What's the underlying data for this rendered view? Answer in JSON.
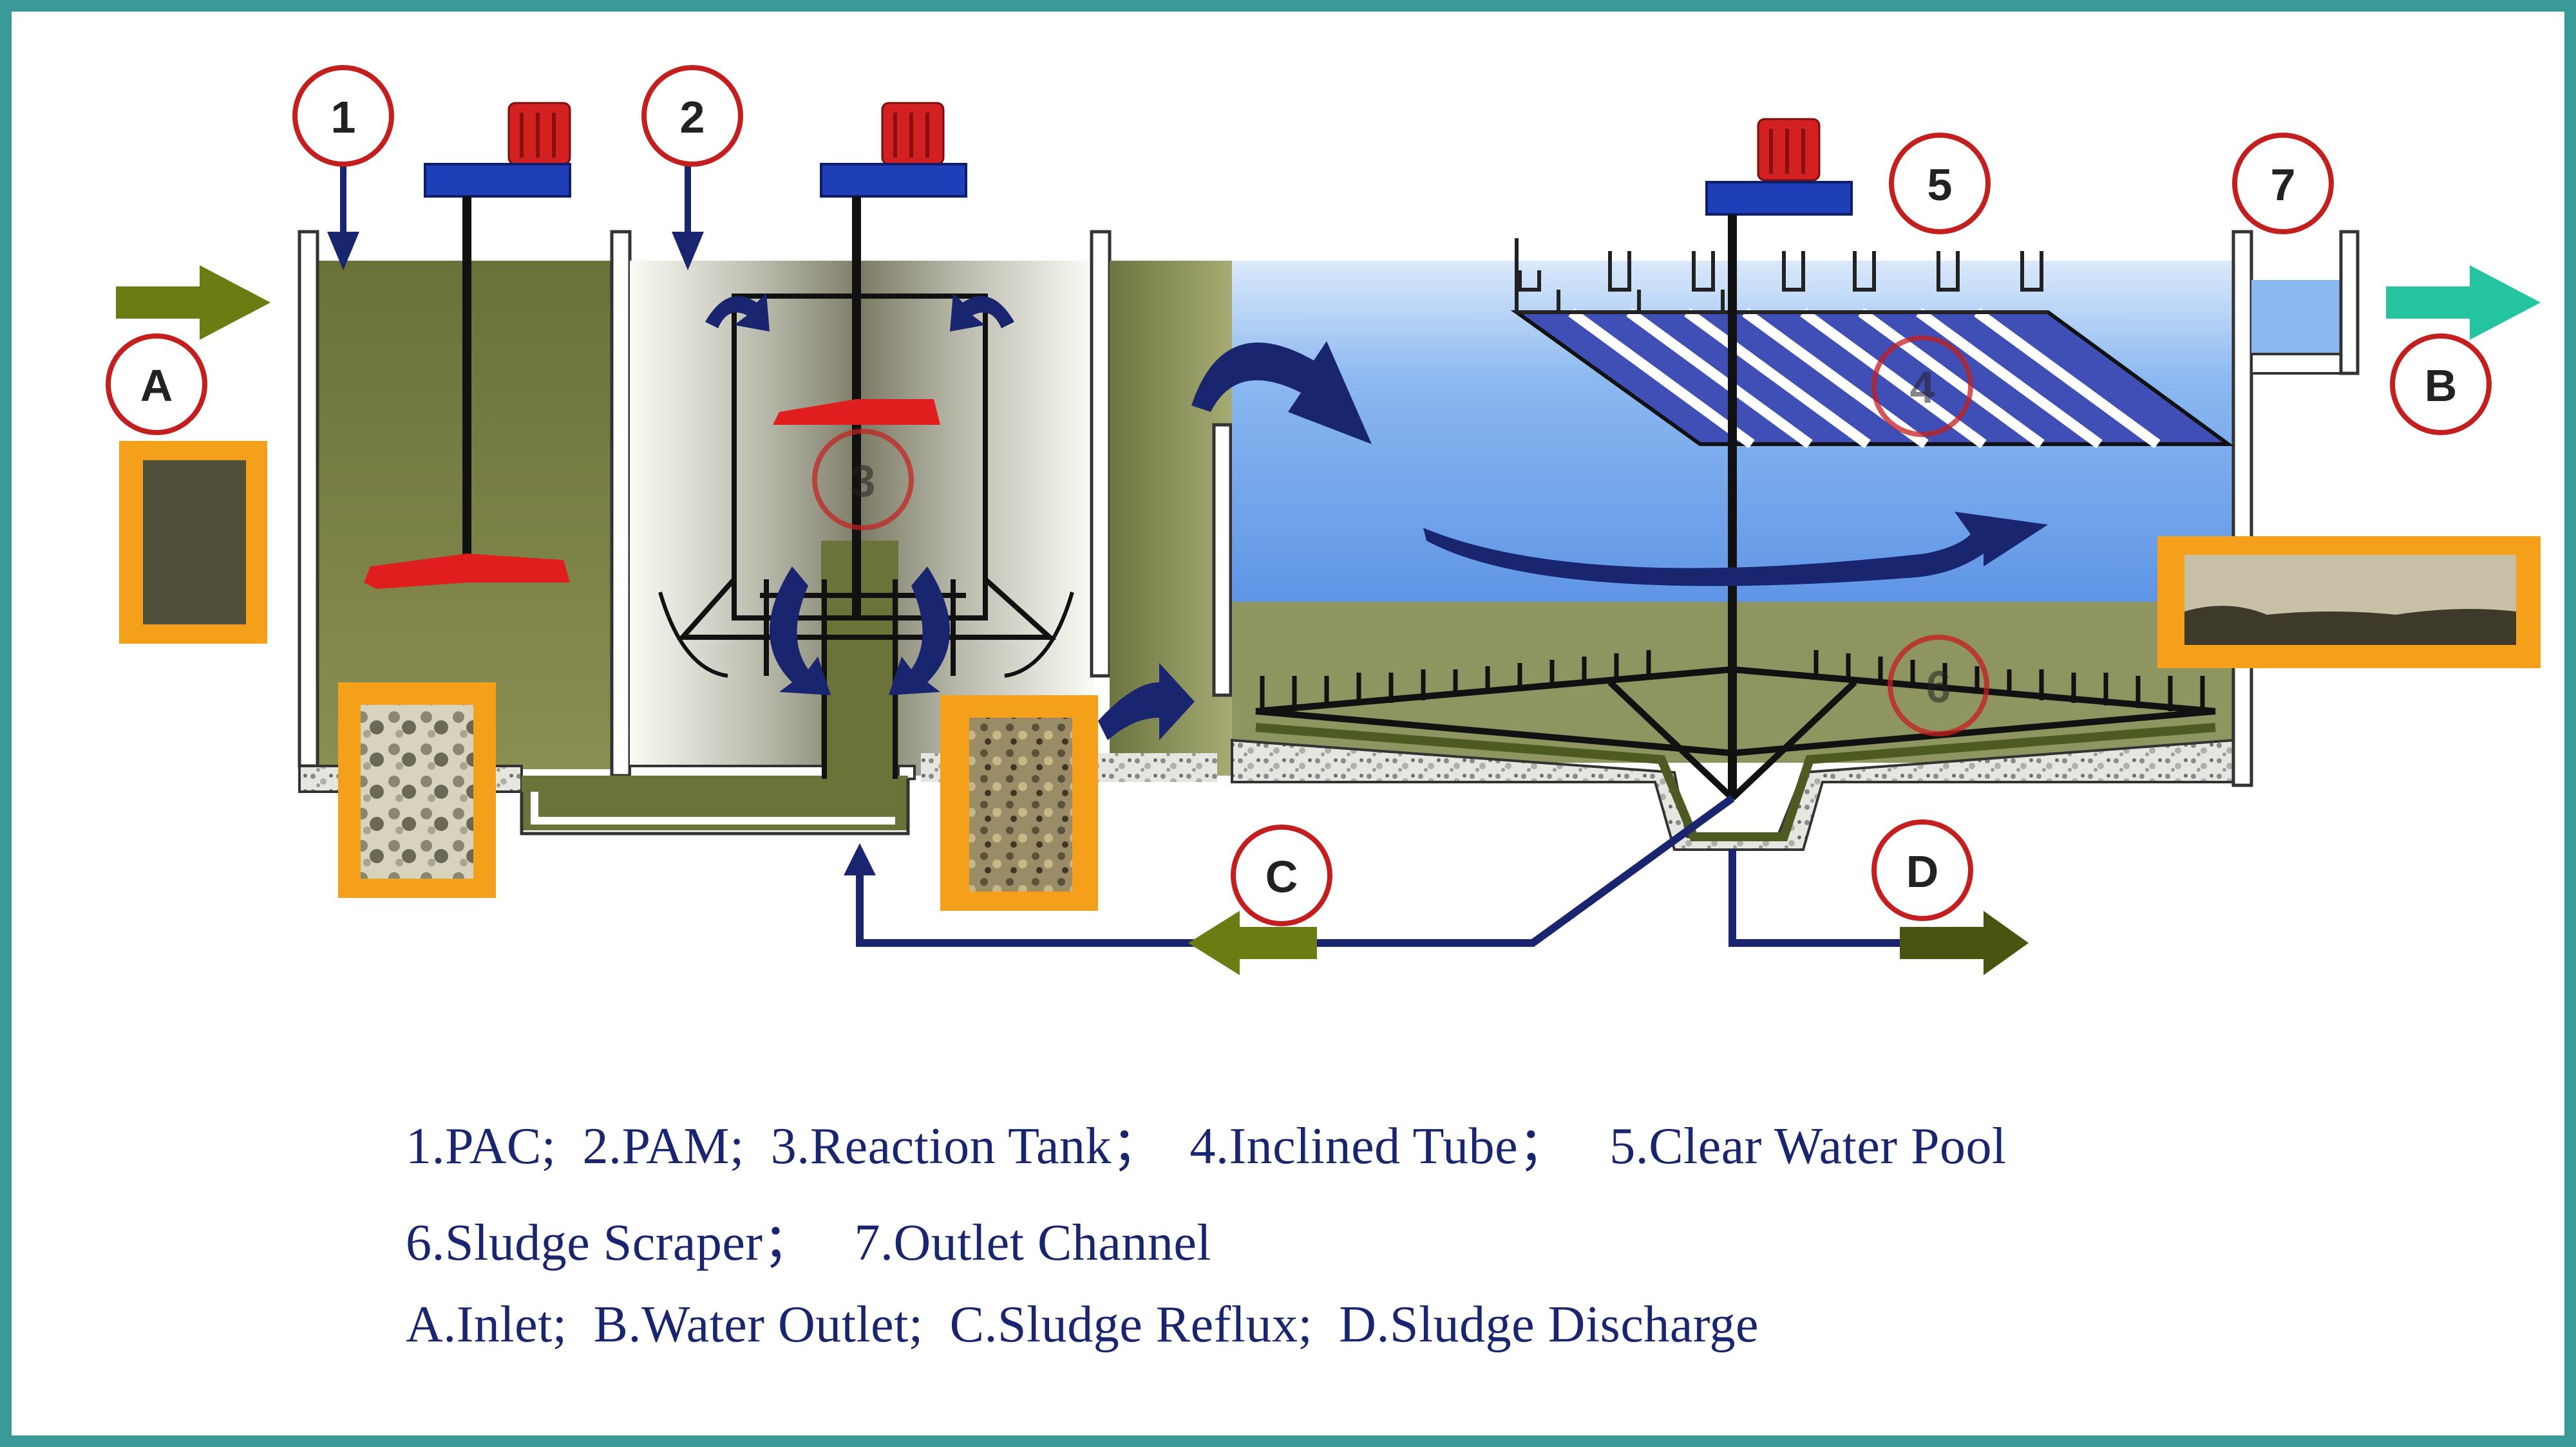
{
  "markers": {
    "m1": "1",
    "m2": "2",
    "m3": "3",
    "m4": "4",
    "m5": "5",
    "m6": "6",
    "m7": "7",
    "mA": "A",
    "mB": "B",
    "mC": "C",
    "mD": "D"
  },
  "legend": {
    "line1": "1.PAC;  2.PAM;  3.Reaction Tank；  4.Inclined Tube；   5.Clear Water Pool",
    "line2": "6.Sludge Scraper；   7.Outlet Channel",
    "line3": "A.Inlet;  B.Water Outlet;  C.Sludge Reflux;  D.Sludge Discharge"
  },
  "colors": {
    "frame": "#3a9a98",
    "marker_ring": "#c41f1f",
    "pipe": "#1a2570",
    "motor": "#d32020",
    "motor_base": "#1f3fb8",
    "inlet_arrow": "#6b7d12",
    "outlet_arrow": "#25c4a0",
    "sludge_water": "#6b7338",
    "clear_water": "#7fb0ee",
    "photo_frame": "#f5a01a"
  },
  "icons": [
    "motor-icon",
    "impeller-icon",
    "flow-arrow-icon",
    "dosing-arrow-icon"
  ]
}
